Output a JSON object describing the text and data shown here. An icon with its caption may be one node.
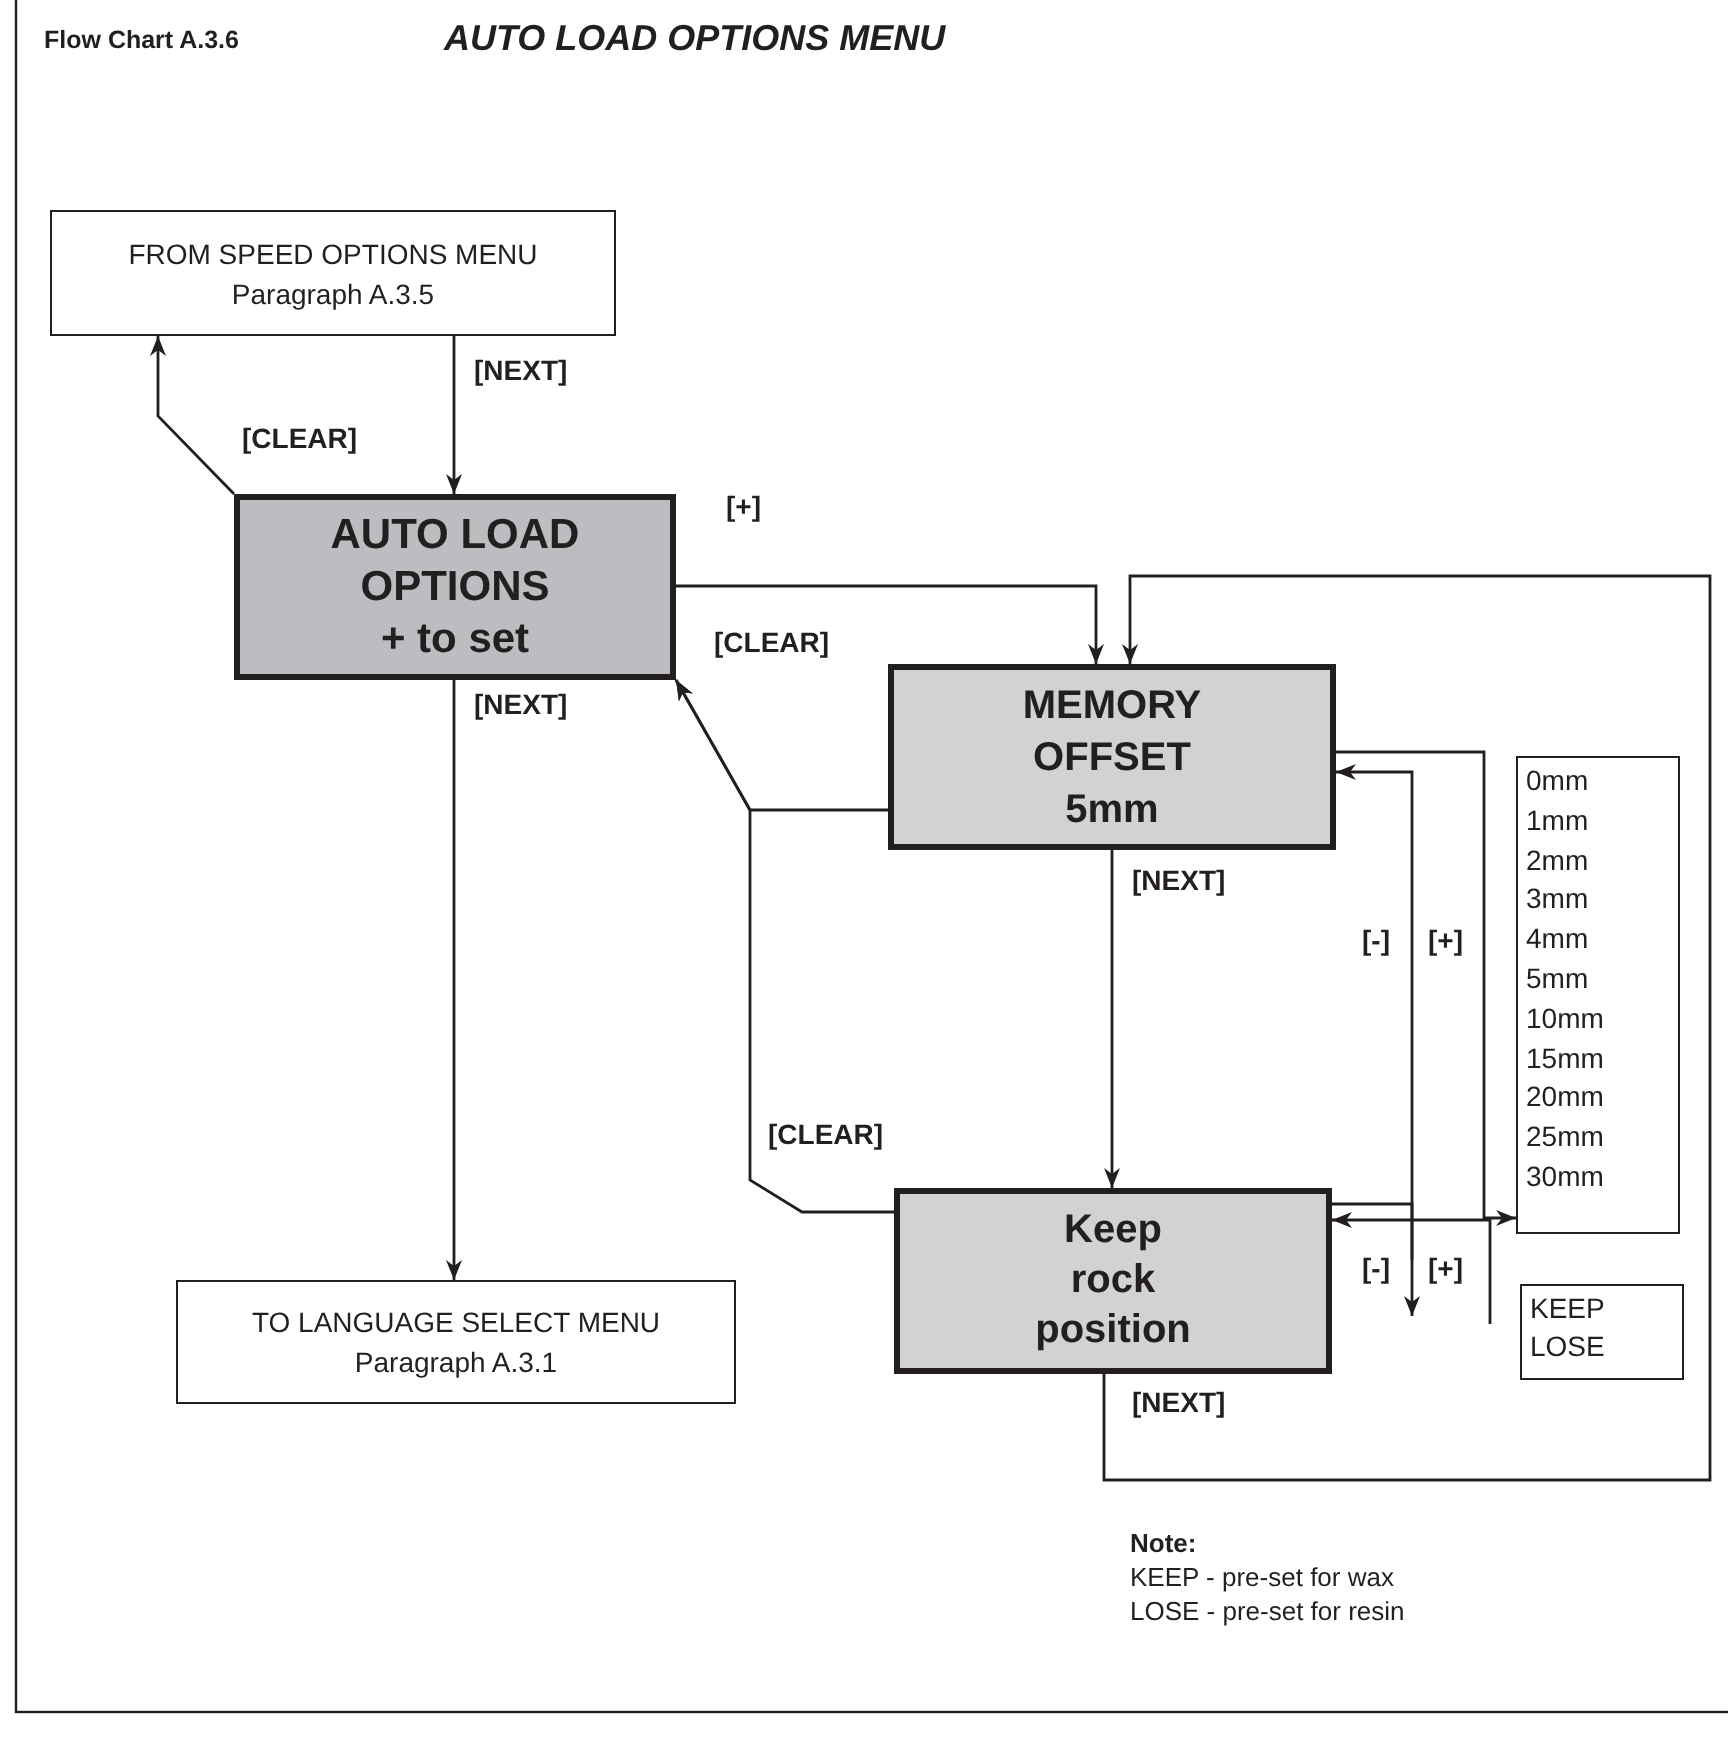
{
  "diagram": {
    "title": "AUTO LOAD OPTIONS MENU",
    "nodes": [
      {
        "text": [
          "FROM SPEED OPTIONS MENU",
          "Paragraph A.3.5"
        ]
      },
      {
        "text": [
          "AUTO LOAD OPTIONS",
          "+ to set"
        ]
      },
      {
        "text": [
          "MEMORY OFFSET",
          "5mm"
        ]
      },
      {
        "text": [
          "0mm",
          "1mm",
          "2mm",
          "3mm",
          "4mm",
          "5mm",
          "10mm",
          "15mm",
          "20mm",
          "25mm",
          "30mm"
        ]
      },
      {
        "text": [
          "Keep rock position"
        ]
      },
      {
        "text": [
          "KEEP",
          "LOSE"
        ]
      },
      {
        "text": [
          "TO LANGUAGE SELECT MENU",
          "Paragraph A.3.1"
        ]
      }
    ],
    "edges": [
      {
        "from": 0,
        "to": 1,
        "arrow": "to",
        "label": "[NEXT]"
      },
      {
        "from": 1,
        "to": 0,
        "arrow": "to",
        "label": "[CLEAR]"
      },
      {
        "from": 1,
        "to": 2,
        "arrow": "to",
        "label": "[+]"
      },
      {
        "from": 2,
        "to": 1,
        "arrow": "to",
        "label": "[CLEAR]"
      },
      {
        "from": 1,
        "to": 6,
        "arrow": "to",
        "label": "[NEXT]"
      },
      {
        "from": 2,
        "to": 4,
        "arrow": "to",
        "label": "[NEXT]"
      },
      {
        "from": 4,
        "to": 1,
        "arrow": "to",
        "label": "[CLEAR]"
      },
      {
        "from": 4,
        "to": 2,
        "arrow": "to",
        "label": "[NEXT]"
      },
      {
        "from": 2,
        "to": 3,
        "arrow": "to",
        "label": "[+]"
      },
      {
        "from": null,
        "to": 2,
        "arrow": "to",
        "label": "[-]"
      },
      {
        "from": 4,
        "to": null,
        "arrow": "to",
        "label": "[-]"
      },
      {
        "from": null,
        "to": 4,
        "arrow": "to",
        "label": "[+]"
      }
    ],
    "labels": [
      "Flow Chart A.3.6",
      "Note:",
      "KEEP - pre-set for wax",
      "LOSE - pre-set for resin"
    ]
  }
}
